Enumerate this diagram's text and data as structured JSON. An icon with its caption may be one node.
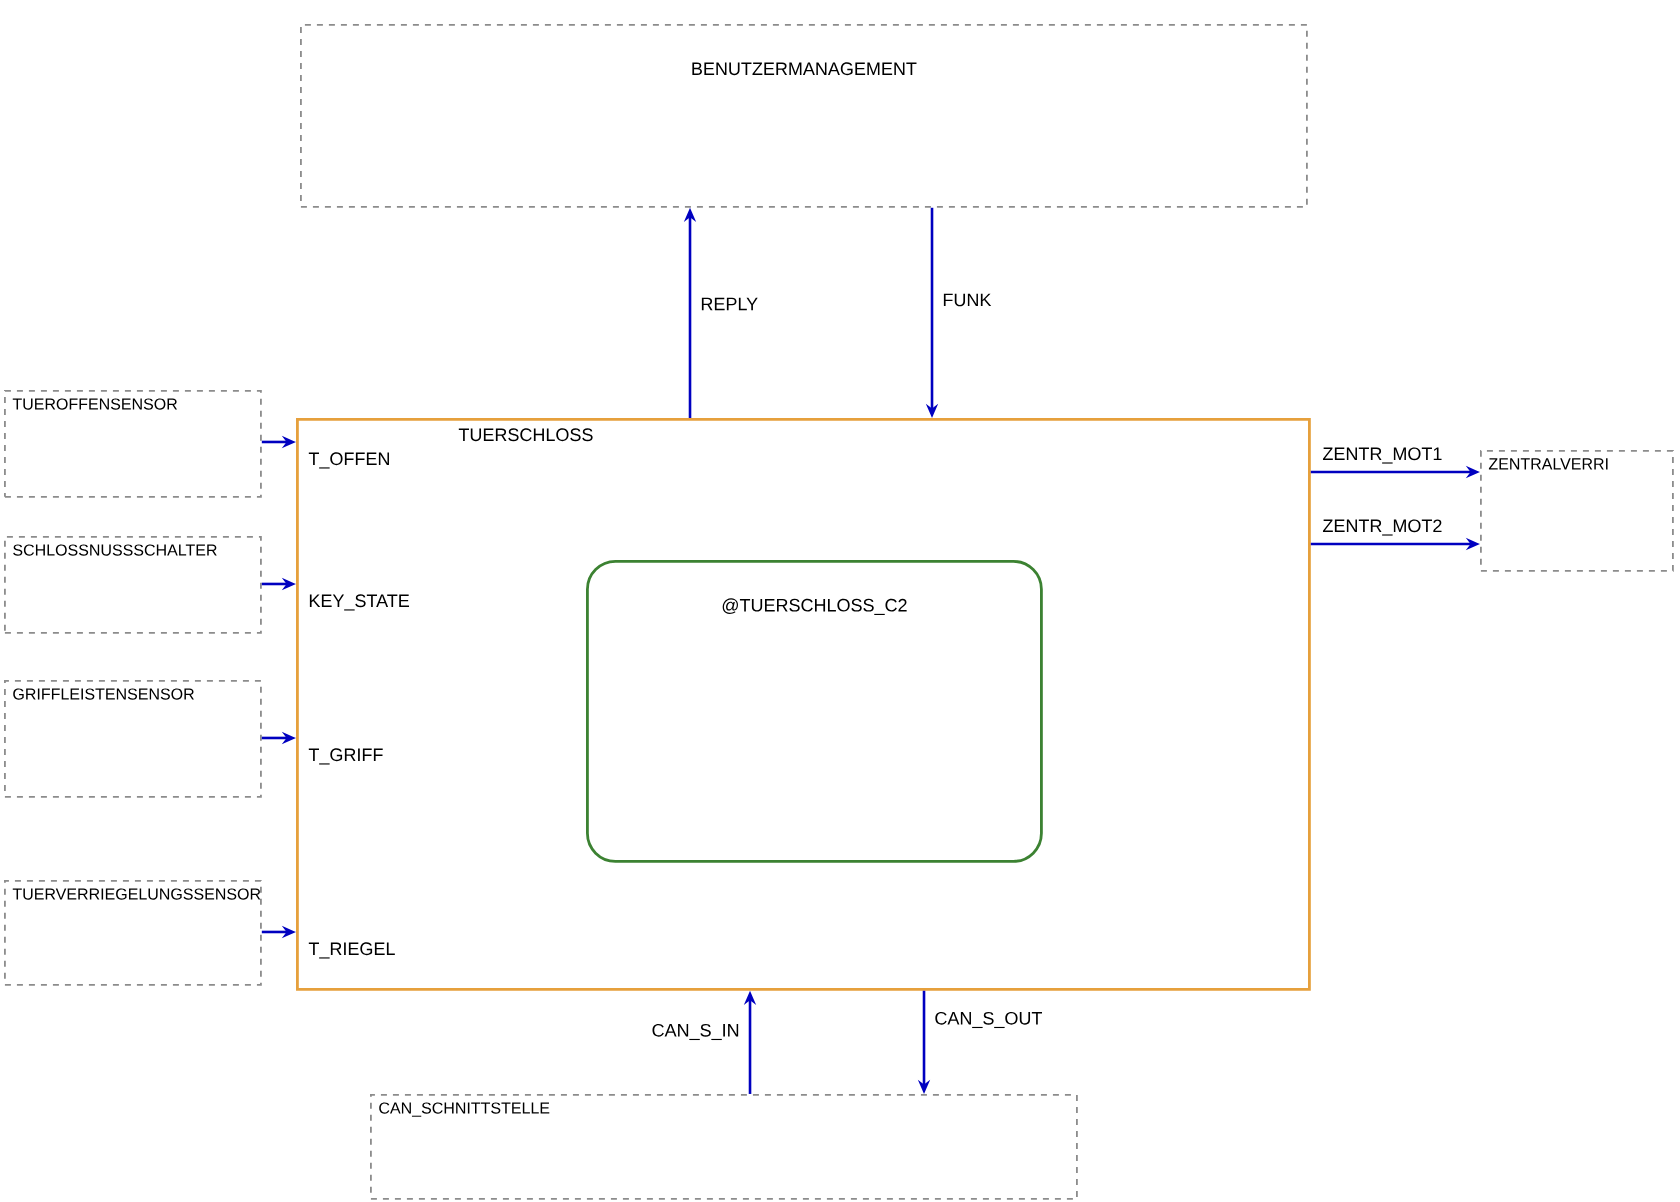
{
  "diagram": {
    "nodes": [
      {
        "text": [
          "BENUTZERMANAGEMENT"
        ]
      },
      {
        "text": [
          "TUERSCHLOSS"
        ]
      },
      {
        "text": [
          "@TUERSCHLOSS_C2"
        ],
        "in": 1
      },
      {
        "text": [
          "TUEROFFENSENSOR"
        ]
      },
      {
        "text": [
          "SCHLOSSNUSSSCHALTER"
        ]
      },
      {
        "text": [
          "GRIFFLEISTENSENSOR"
        ]
      },
      {
        "text": [
          "TUERVERRIEGELUNGSSENSOR"
        ]
      },
      {
        "text": [
          "ZENTRALVERRI"
        ]
      },
      {
        "text": [
          "CAN_SCHNITTSTELLE"
        ]
      }
    ],
    "edges": [
      {
        "from": 1,
        "to": 0,
        "arrow": "to",
        "label": "REPLY"
      },
      {
        "from": 0,
        "to": 1,
        "arrow": "to",
        "label": "FUNK"
      },
      {
        "from": 3,
        "to": 1,
        "arrow": "to",
        "label": "T_OFFEN"
      },
      {
        "from": 4,
        "to": 1,
        "arrow": "to",
        "label": "KEY_STATE"
      },
      {
        "from": 5,
        "to": 1,
        "arrow": "to",
        "label": "T_GRIFF"
      },
      {
        "from": 6,
        "to": 1,
        "arrow": "to",
        "label": "T_RIEGEL"
      },
      {
        "from": 1,
        "to": 7,
        "arrow": "to",
        "label": "ZENTR_MOT1"
      },
      {
        "from": 1,
        "to": 7,
        "arrow": "to",
        "label": "ZENTR_MOT2"
      },
      {
        "from": 8,
        "to": 1,
        "arrow": "to",
        "label": "CAN_S_IN"
      },
      {
        "from": 1,
        "to": 8,
        "arrow": "to",
        "label": "CAN_S_OUT"
      }
    ]
  }
}
